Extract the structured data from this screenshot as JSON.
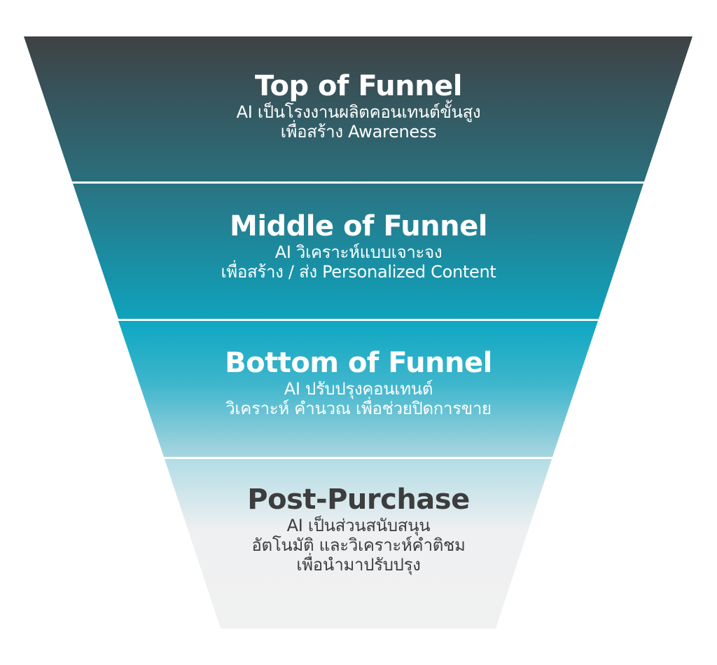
{
  "diagram": {
    "type": "funnel",
    "colors": {
      "top_start": "#3f4244",
      "top_end": "#2a6f7d",
      "middle_start": "#2a7381",
      "middle_end": "#0fa2bc",
      "bottom_start": "#0ea7c2",
      "bottom_end": "#a8d6e0",
      "post_start": "#b2dce5",
      "post_end": "#f1f1f1",
      "divider": "#ffffff",
      "light_text": "#ffffff",
      "dark_text": "#3d3d3d"
    },
    "stages": [
      {
        "title": "Top of Funnel",
        "lines": [
          "AI เป็นโรงงานผลิตคอนเทนต์ขั้นสูง",
          "เพื่อสร้าง Awareness"
        ]
      },
      {
        "title": "Middle of Funnel",
        "lines": [
          "AI วิเคราะห์แบบเจาะจง",
          "เพื่อสร้าง / ส่ง Personalized Content"
        ]
      },
      {
        "title": "Bottom of Funnel",
        "lines": [
          "AI ปรับปรุงคอนเทนต์",
          "วิเคราะห์ คำนวณ เพื่อช่วยปิดการขาย"
        ]
      },
      {
        "title": "Post-Purchase",
        "lines": [
          "AI เป็นส่วนสนับสนุน",
          "อัตโนมัติ และวิเคราะห์คำติชม",
          "เพื่อนำมาปรับปรุง"
        ]
      }
    ]
  }
}
